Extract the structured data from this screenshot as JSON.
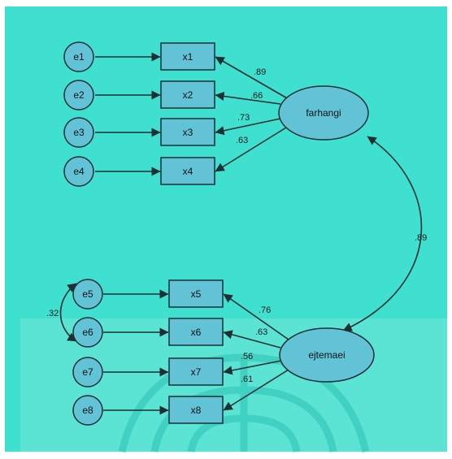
{
  "colors": {
    "background": "#40E0D0",
    "lower_panel": "#5BE3D4",
    "node_fill": "#62C3D7",
    "stroke": "#1f2f33",
    "watermark": "#37C9BA"
  },
  "latents": {
    "farhangi": "farhangi",
    "ejtemaei": "ejtemaei"
  },
  "indicators": {
    "x1": "x1",
    "x2": "x2",
    "x3": "x3",
    "x4": "x4",
    "x5": "x5",
    "x6": "x6",
    "x7": "x7",
    "x8": "x8"
  },
  "errors": {
    "e1": "e1",
    "e2": "e2",
    "e3": "e3",
    "e4": "e4",
    "e5": "e5",
    "e6": "e6",
    "e7": "e7",
    "e8": "e8"
  },
  "loadings": {
    "x1": ".89",
    "x2": ".66",
    "x3": ".73",
    "x4": ".63",
    "x5": ".76",
    "x6": ".63",
    "x7": ".56",
    "x8": ".61"
  },
  "correlations": {
    "farhangi_ejtemaei": ".89",
    "e5_e6": ".32"
  }
}
